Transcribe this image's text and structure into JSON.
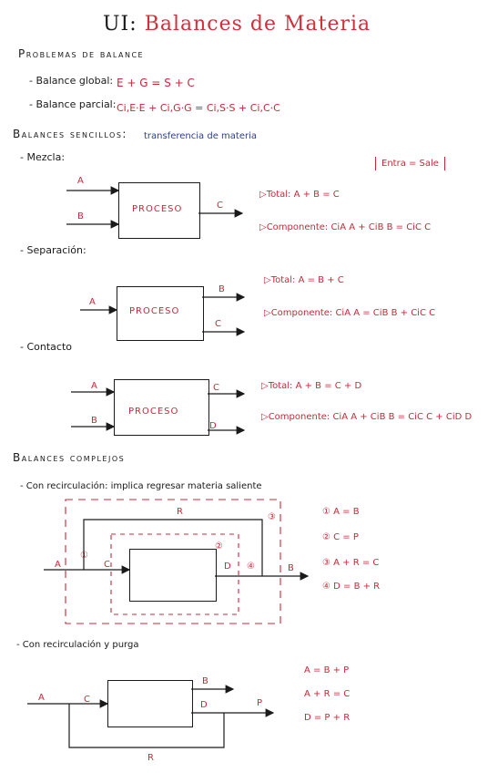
{
  "title": {
    "prefix": "UI:",
    "main": "Balances de Materia"
  },
  "section_problemas": {
    "heading": "Problemas de balance",
    "global_label": "- Balance global:",
    "global_eq": "E + G = S + C",
    "parcial_label": "- Balance parcial:",
    "parcial_eq": "Ci,E·E + Ci,G·G = Ci,S·S + Ci,C·C"
  },
  "section_sencillos": {
    "heading": "Balances sencillos:",
    "subheading": "transferencia de materia",
    "note": "Entra = Sale",
    "mezcla": {
      "label": "- Mezcla:",
      "box": "PROCESO",
      "in1": "A",
      "in2": "B",
      "out1": "C",
      "total": "▷Total: A + B = C",
      "comp": "▷Componente: CiA A + CiB B = CiC C"
    },
    "separacion": {
      "label": "- Separación:",
      "box": "PROCESO",
      "in1": "A",
      "out1": "B",
      "out2": "C",
      "total": "▷Total: A = B + C",
      "comp": "▷Componente: CiA A = CiB B + CiC C"
    },
    "contacto": {
      "label": "- Contacto",
      "box": "PROCESO",
      "in1": "A",
      "in2": "B",
      "out1": "C",
      "out2": "D",
      "total": "▷Total: A + B = C + D",
      "comp": "▷Componente: CiA A + CiB B = CiC C + CiD D"
    }
  },
  "section_complejos": {
    "heading": "Balances complejos",
    "recirculacion": {
      "label": "- Con recirculación: implica regresar materia saliente",
      "stream_R": "R",
      "stream_A": "A",
      "stream_C": "C",
      "stream_D": "D",
      "stream_B": "B",
      "node1": "①",
      "node2": "②",
      "node3": "③",
      "node4": "④",
      "eq1": "① A = B",
      "eq2": "② C = P",
      "eq3": "③ A + R = C",
      "eq4": "④ D = B + R"
    },
    "purga": {
      "label": "- Con recirculación y purga",
      "stream_A": "A",
      "stream_C": "C",
      "stream_B": "B",
      "stream_D": "D",
      "stream_P": "P",
      "stream_R": "R",
      "eq1": "A = B + P",
      "eq2": "A + R = C",
      "eq3": "D = P + R"
    }
  }
}
